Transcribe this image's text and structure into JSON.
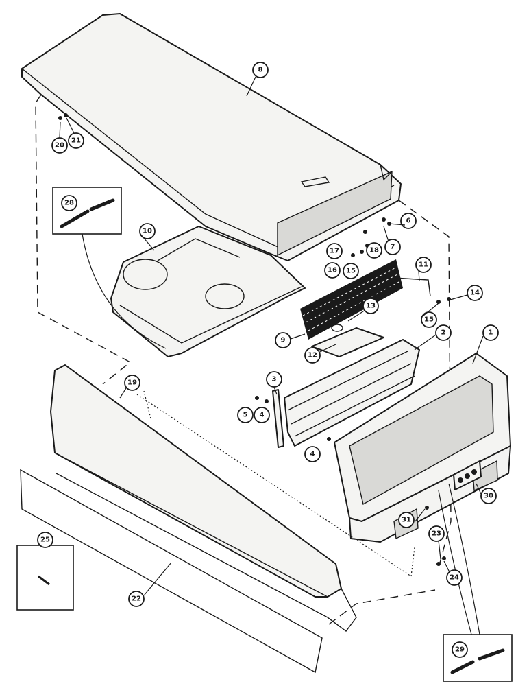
{
  "callouts": [
    "1",
    "2",
    "3",
    "4",
    "4",
    "5",
    "6",
    "7",
    "8",
    "9",
    "10",
    "11",
    "12",
    "13",
    "14",
    "15",
    "15",
    "16",
    "17",
    "18",
    "19",
    "20",
    "21",
    "22",
    "23",
    "24",
    "25",
    "28",
    "29",
    "30",
    "31"
  ]
}
